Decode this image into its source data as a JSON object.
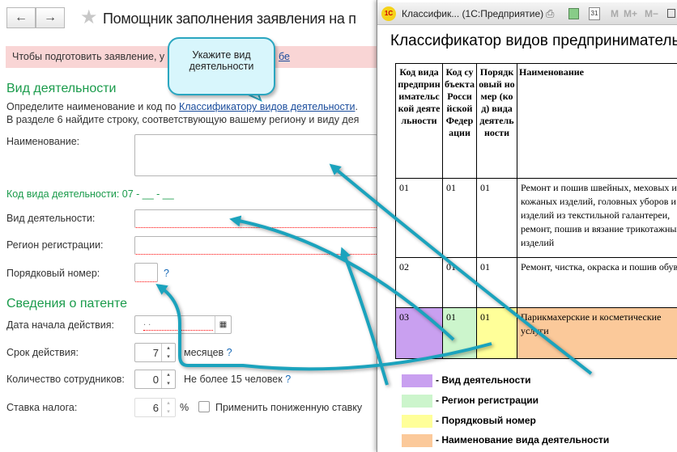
{
  "toolbar": {
    "back": "←",
    "forward": "→",
    "star": "★",
    "title": "Помощник заполнения заявления на п"
  },
  "banner": {
    "text": "Чтобы подготовить заявление, у",
    "link": "бе"
  },
  "activity": {
    "header": "Вид деятельности",
    "desc_pre": "Определите наименование и код по ",
    "desc_link": "Классификатору видов деятельности",
    "desc_post": ".",
    "desc2": "В разделе 6 найдите строку, соответствующую вашему региону и виду дея",
    "name_label": "Наименование:",
    "code_label": "Код вида деятельности: 07 - __ - __",
    "kind_label": "Вид деятельности:",
    "region_label": "Регион регистрации:",
    "number_label": "Порядковый номер:",
    "help": "?"
  },
  "patent": {
    "header": "Сведения о патенте",
    "start_label": "Дата начала действия:",
    "start_value": ". .",
    "term_label": "Срок действия:",
    "term_value": "7",
    "term_unit": "месяцев",
    "staff_label": "Количество сотрудников:",
    "staff_value": "0",
    "staff_note": "Не более 15 человек",
    "rate_label": "Ставка налога:",
    "rate_value": "6",
    "rate_unit": "%",
    "reduced_label": "Применить пониженную ставку",
    "help": "?"
  },
  "callout": {
    "line1": "Укажите вид",
    "line2": "деятельности"
  },
  "window": {
    "logo": "1С",
    "title": "Классифик...  (1С:Предприятие)",
    "m": "M",
    "mplus": "M+",
    "mminus": "M−",
    "cal": "31",
    "heading": "Классификатор видов предприниматель.",
    "headers": [
      "Код вида предпринимательской деятельности",
      "Код субъекта Российской Федерации",
      "Порядковый номер (код) вида деятельности",
      "Наименование"
    ],
    "rows": [
      [
        "01",
        "01",
        "01",
        "Ремонт и пошив швейных, меховых и кожаных изделий, головных уборов и изделий из текстильной галантереи, ремонт, пошив и вязание трикотажных изделий"
      ],
      [
        "02",
        "01",
        "01",
        "Ремонт, чистка, окраска и пошив обуви"
      ],
      [
        "03",
        "01",
        "01",
        "Парикмахерские и косметические услуги"
      ]
    ],
    "legend": [
      "- Вид деятельности",
      "- Регион регистрации",
      "- Порядковый номер",
      "- Наименование вида деятельности"
    ]
  },
  "colors": {
    "purple": "#c9a0f0",
    "green": "#ccf5cc",
    "yellow": "#ffff99",
    "orange": "#fbc99a",
    "arrow": "#1ba3bd",
    "section": "#1a9b4b"
  }
}
